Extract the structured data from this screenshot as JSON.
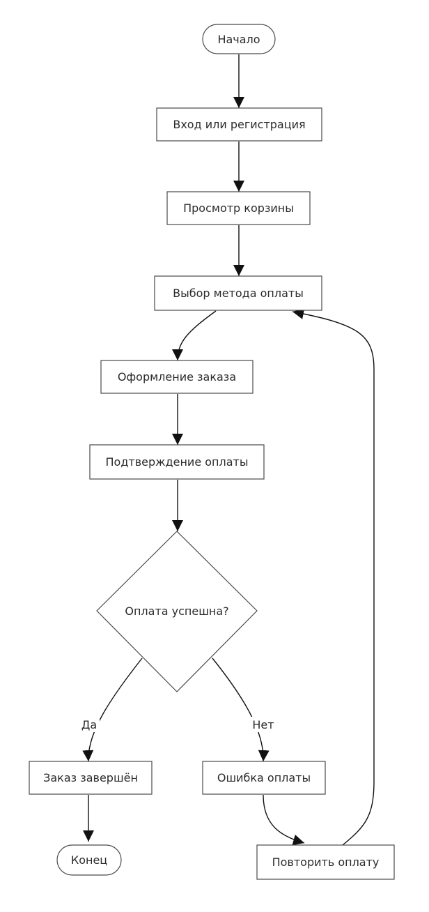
{
  "flowchart": {
    "nodes": {
      "start": "Начало",
      "login": "Вход или регистрация",
      "cart": "Просмотр корзины",
      "payment_method": "Выбор метода оплаты",
      "checkout": "Оформление заказа",
      "confirm": "Подтверждение оплаты",
      "decision": "Оплата успешна?",
      "done": "Заказ завершён",
      "error": "Ошибка оплаты",
      "end": "Конец",
      "retry": "Повторить оплату"
    },
    "edge_labels": {
      "yes": "Да",
      "no": "Нет"
    }
  }
}
